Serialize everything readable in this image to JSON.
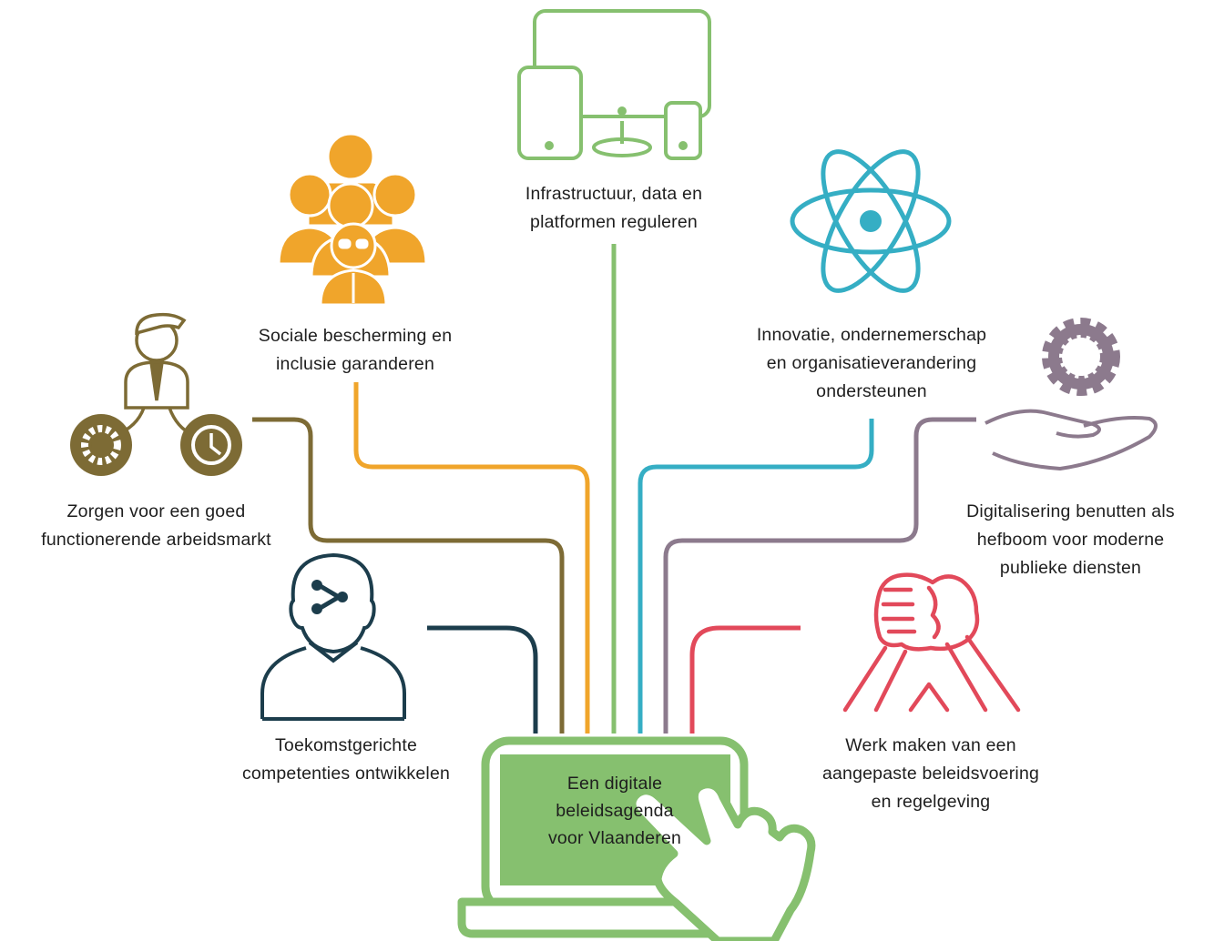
{
  "colors": {
    "green": "#86c06f",
    "orange": "#f0a52b",
    "teal": "#35aec4",
    "mauve": "#8c7a8d",
    "olive": "#7d6b35",
    "navy": "#1c3d4c",
    "red": "#e2495a",
    "screen_fill": "#86c06f"
  },
  "center": {
    "icon": "laptop-with-pointing-hand",
    "lines": [
      "Een digitale",
      "beleidsagenda",
      "voor Vlaanderen"
    ]
  },
  "items": [
    {
      "icon": "devices-icon",
      "lines": [
        "Infrastructuur, data en",
        "platformen reguleren"
      ]
    },
    {
      "icon": "people-group-icon",
      "lines": [
        "Sociale bescherming en",
        "inclusie garanderen"
      ]
    },
    {
      "icon": "atom-icon",
      "lines": [
        "Innovatie, ondernemerschap",
        "en organisatieverandering",
        "ondersteunen"
      ]
    },
    {
      "icon": "worker-gear-clock-icon",
      "lines": [
        "Zorgen voor een goed",
        "functionerende arbeidsmarkt"
      ]
    },
    {
      "icon": "hand-gear-icon",
      "lines": [
        "Digitalisering benutten als",
        "hefboom voor moderne",
        "publieke diensten"
      ]
    },
    {
      "icon": "person-share-icon",
      "lines": [
        "Toekomstgerichte",
        "competenties ontwikkelen"
      ]
    },
    {
      "icon": "handshake-arms-icon",
      "lines": [
        "Werk maken van een",
        "aangepaste beleidsvoering",
        "en regelgeving"
      ]
    }
  ]
}
